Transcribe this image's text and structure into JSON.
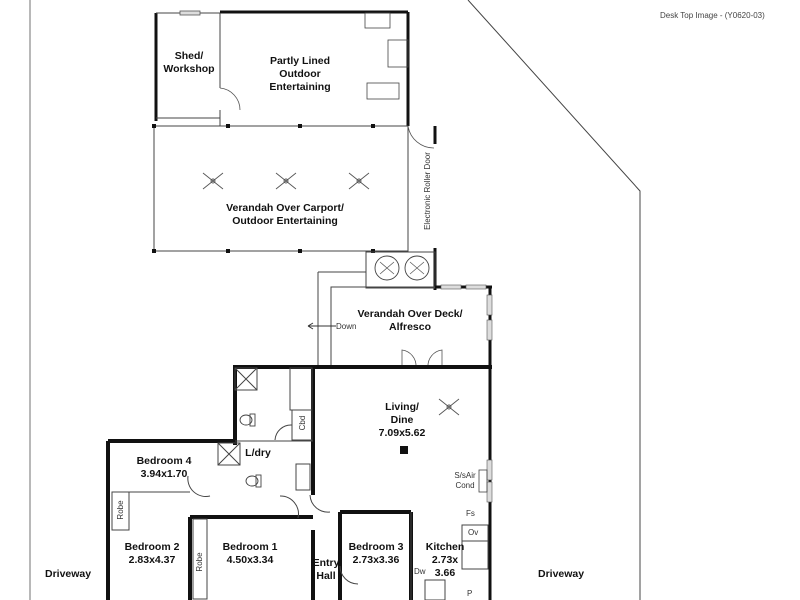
{
  "header": {
    "title": "Desk Top Image - (Y0620-03)"
  },
  "rooms": {
    "shed": {
      "name": "Shed/\nWorkshop"
    },
    "outdoor_ent": {
      "name": "Partly Lined\nOutdoor\nEntertaining"
    },
    "carport": {
      "name": "Verandah Over Carport/\nOutdoor Entertaining"
    },
    "roller_door": {
      "name": "Electronic Roller Door"
    },
    "deck": {
      "name": "Verandah Over Deck/\nAlfresco"
    },
    "down": {
      "name": "Down"
    },
    "living": {
      "name": "Living/\nDine\n7.09x5.62"
    },
    "aircon": {
      "name": "S/sAir\nCond"
    },
    "cbd": {
      "name": "Cbd"
    },
    "ldry": {
      "name": "L/dry"
    },
    "bed4": {
      "name": "Bedroom 4\n3.94x1.70"
    },
    "bed2": {
      "name": "Bedroom 2\n2.83x4.37"
    },
    "bed1": {
      "name": "Bedroom 1\n4.50x3.34"
    },
    "bed3": {
      "name": "Bedroom 3\n2.73x3.36"
    },
    "robe1": {
      "name": "Robe"
    },
    "robe2": {
      "name": "Robe"
    },
    "entry": {
      "name": "Entry\nHall"
    },
    "kitchen": {
      "name": "Kitchen\n2.73x\n3.66"
    },
    "fs": {
      "name": "Fs"
    },
    "ov": {
      "name": "Ov"
    },
    "dw": {
      "name": "Dw"
    },
    "pantry": {
      "name": "P"
    },
    "driveway_left": {
      "name": "Driveway"
    },
    "driveway_right": {
      "name": "Driveway"
    }
  },
  "colors": {
    "wall": "#111111",
    "thin_line": "#555555",
    "window": "#cccccc"
  }
}
